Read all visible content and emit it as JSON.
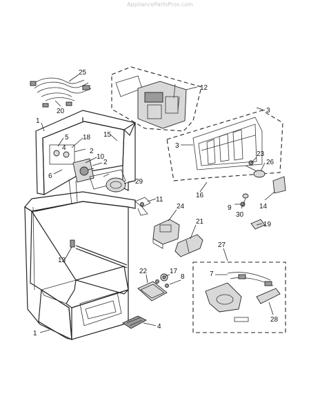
{
  "watermark": "AppliancePartsPros.com",
  "callouts": {
    "c25": "25",
    "c20": "20",
    "c12": "12",
    "c3a": "3",
    "c3b": "3",
    "c1a": "1",
    "c5": "5",
    "c18": "18",
    "c15": "15",
    "c4a": "4",
    "c10": "10",
    "c2a": "2",
    "c2b": "2",
    "c6": "6",
    "c29": "29",
    "c11": "11",
    "c23": "23",
    "c26": "26",
    "c16": "16",
    "c9": "9",
    "c30": "30",
    "c14": "14",
    "c24": "24",
    "c21": "21",
    "c19": "19",
    "c13": "13",
    "c27": "27",
    "c22": "22",
    "c17": "17",
    "c8": "8",
    "c7": "7",
    "c28": "28",
    "c4b": "4",
    "c1b": "1"
  }
}
